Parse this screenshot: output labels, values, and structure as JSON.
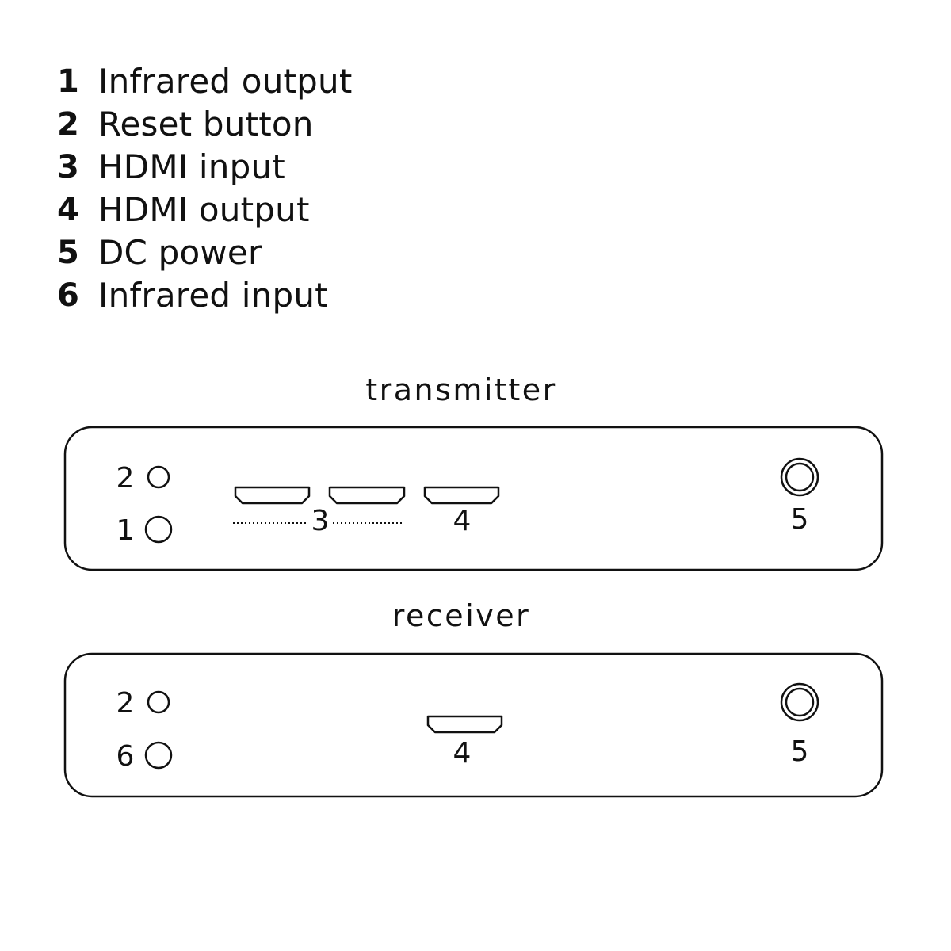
{
  "legend": [
    {
      "num": "1",
      "label": "Infrared output"
    },
    {
      "num": "2",
      "label": "Reset button"
    },
    {
      "num": "3",
      "label": "HDMI input"
    },
    {
      "num": "4",
      "label": "HDMI output"
    },
    {
      "num": "5",
      "label": "DC power"
    },
    {
      "num": "6",
      "label": "Infrared input"
    }
  ],
  "transmitter": {
    "title": "transmitter",
    "callouts": {
      "reset": "2",
      "ir": "1",
      "hdmi_in": "3",
      "hdmi_out": "4",
      "power": "5"
    }
  },
  "receiver": {
    "title": "receiver",
    "callouts": {
      "reset": "2",
      "ir": "6",
      "hdmi_out": "4",
      "power": "5"
    }
  },
  "colors": {
    "stroke": "#111111",
    "background": "#ffffff"
  }
}
